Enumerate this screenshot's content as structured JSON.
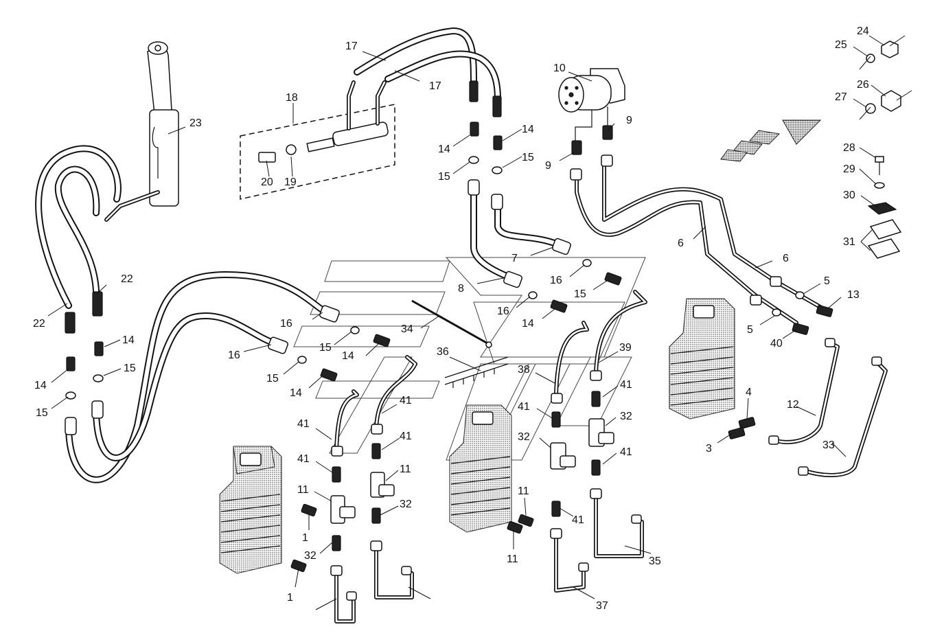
{
  "diagram": {
    "labels": [
      {
        "id": "l24",
        "text": "24"
      },
      {
        "id": "l25",
        "text": "25"
      },
      {
        "id": "l26",
        "text": "26"
      },
      {
        "id": "l27",
        "text": "27"
      },
      {
        "id": "l28",
        "text": "28"
      },
      {
        "id": "l29",
        "text": "29"
      },
      {
        "id": "l30",
        "text": "30"
      },
      {
        "id": "l31",
        "text": "31"
      },
      {
        "id": "l10",
        "text": "10"
      },
      {
        "id": "l9a",
        "text": "9"
      },
      {
        "id": "l9b",
        "text": "9"
      },
      {
        "id": "l17a",
        "text": "17"
      },
      {
        "id": "l17b",
        "text": "17"
      },
      {
        "id": "l18",
        "text": "18"
      },
      {
        "id": "l19",
        "text": "19"
      },
      {
        "id": "l20",
        "text": "20"
      },
      {
        "id": "l23",
        "text": "23"
      },
      {
        "id": "l22a",
        "text": "22"
      },
      {
        "id": "l22b",
        "text": "22"
      },
      {
        "id": "l14a",
        "text": "14"
      },
      {
        "id": "l14b",
        "text": "14"
      },
      {
        "id": "l14c",
        "text": "14"
      },
      {
        "id": "l14d",
        "text": "14"
      },
      {
        "id": "l14e",
        "text": "14"
      },
      {
        "id": "l14f",
        "text": "14"
      },
      {
        "id": "l14g",
        "text": "14"
      },
      {
        "id": "l15a",
        "text": "15"
      },
      {
        "id": "l15b",
        "text": "15"
      },
      {
        "id": "l15c",
        "text": "15"
      },
      {
        "id": "l15d",
        "text": "15"
      },
      {
        "id": "l15e",
        "text": "15"
      },
      {
        "id": "l15f",
        "text": "15"
      },
      {
        "id": "l15g",
        "text": "15"
      },
      {
        "id": "l16a",
        "text": "16"
      },
      {
        "id": "l16b",
        "text": "16"
      },
      {
        "id": "l16c",
        "text": "16"
      },
      {
        "id": "l16d",
        "text": "16"
      },
      {
        "id": "l8",
        "text": "8"
      },
      {
        "id": "l7",
        "text": "7"
      },
      {
        "id": "l6a",
        "text": "6"
      },
      {
        "id": "l6b",
        "text": "6"
      },
      {
        "id": "l5a",
        "text": "5"
      },
      {
        "id": "l5b",
        "text": "5"
      },
      {
        "id": "l13",
        "text": "13"
      },
      {
        "id": "l40",
        "text": "40"
      },
      {
        "id": "l39",
        "text": "39"
      },
      {
        "id": "l34",
        "text": "34"
      },
      {
        "id": "l36",
        "text": "36"
      },
      {
        "id": "l38",
        "text": "38"
      },
      {
        "id": "l41a",
        "text": "41"
      },
      {
        "id": "l41b",
        "text": "41"
      },
      {
        "id": "l41c",
        "text": "41"
      },
      {
        "id": "l41d",
        "text": "41"
      },
      {
        "id": "l41e",
        "text": "41"
      },
      {
        "id": "l41f",
        "text": "41"
      },
      {
        "id": "l41g",
        "text": "41"
      },
      {
        "id": "l41h",
        "text": "41"
      },
      {
        "id": "l32a",
        "text": "32"
      },
      {
        "id": "l32b",
        "text": "32"
      },
      {
        "id": "l32c",
        "text": "32"
      },
      {
        "id": "l32d",
        "text": "32"
      },
      {
        "id": "l11a",
        "text": "11"
      },
      {
        "id": "l11b",
        "text": "11"
      },
      {
        "id": "l11c",
        "text": "11"
      },
      {
        "id": "l11d",
        "text": "11"
      },
      {
        "id": "l1a",
        "text": "1"
      },
      {
        "id": "l1b",
        "text": "1"
      },
      {
        "id": "l4",
        "text": "4"
      },
      {
        "id": "l3",
        "text": "3"
      },
      {
        "id": "l12",
        "text": "12"
      },
      {
        "id": "l33",
        "text": "33"
      },
      {
        "id": "l35",
        "text": "35"
      },
      {
        "id": "l37",
        "text": "37"
      }
    ]
  },
  "colors": {
    "line": "#111111",
    "background": "#ffffff",
    "ghost": "#444444"
  }
}
